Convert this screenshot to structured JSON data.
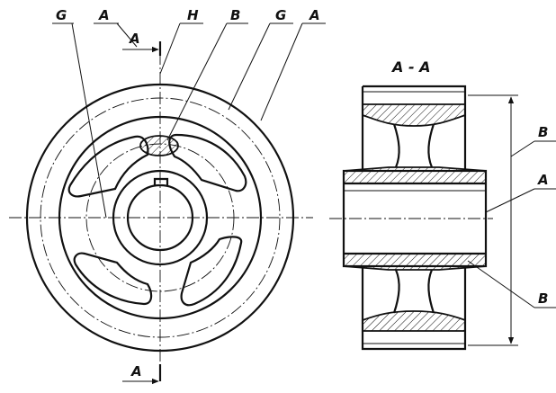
{
  "labels": {
    "g_left": "G",
    "a_top": "A",
    "a_arrow_top": "A",
    "h": "H",
    "b_top": "B",
    "g_right": "G",
    "a_right_top": "A",
    "section_title": "A - A",
    "b_right_top": "B",
    "a_right_mid": "A",
    "b_right_bottom": "B",
    "a_arrow_bottom": "A"
  }
}
